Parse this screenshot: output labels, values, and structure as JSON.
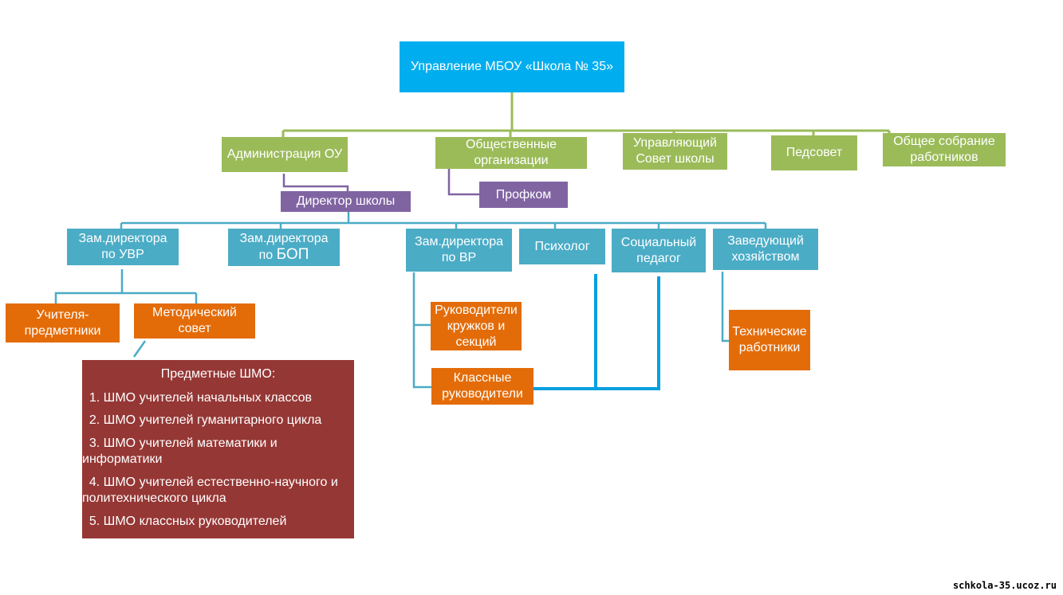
{
  "colors": {
    "top": "#00aeef",
    "green": "#9bbb59",
    "purple": "#8064a2",
    "blue": "#4bacc6",
    "orange": "#e36c09",
    "dark_red": "#953735"
  },
  "nodes": {
    "root": "Управление МБОУ «Школа № 35»",
    "administration": "Администрация ОУ",
    "public_orgs": "Общественные\nорганизации",
    "governing_council": "Управляющий\nСовет школы",
    "pedsovet": "Педсовет",
    "general_meeting": "Общее собрание\nработников",
    "director": "Директор школы",
    "profkom": "Профком",
    "deputy_uvr": "Зам.директора\nпо УВР",
    "deputy_bop_line1": "Зам.директора",
    "deputy_bop_line2_prefix": "по ",
    "deputy_bop_line2_emph": "БОП",
    "deputy_vr": "Зам.директора\nпо ВР",
    "psychologist": "Психолог",
    "social_pedagogue": "Социальный\nпедагог",
    "housekeeping_head": "Заведующий\nхозяйством",
    "subject_teachers": "Учителя-\nпредметники",
    "method_council": "Методический\nсовет",
    "club_leaders": "Руководители\nкружков и\nсекций",
    "class_teachers": "Классные\nруководители",
    "tech_staff": "Технические\nработники"
  },
  "shmo": {
    "title": "Предметные ШМО:",
    "items": [
      "  1. ШМО учителей начальных классов",
      "  2. ШМО учителей гуманитарного цикла",
      "  3. ШМО учителей математики и",
      "информатики",
      "  4. ШМО учителей естественно-научного и",
      "политехнического цикла",
      "  5. ШМО классных руководителей"
    ]
  },
  "watermark": "schkola-35.ucoz.ru"
}
